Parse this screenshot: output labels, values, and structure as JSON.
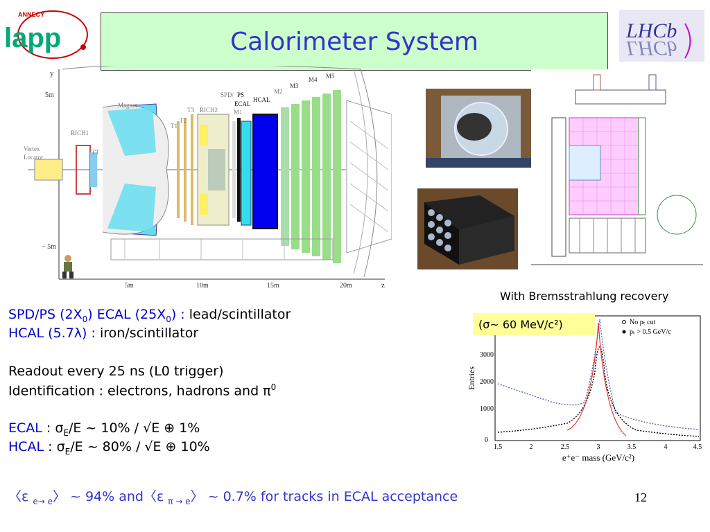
{
  "title": "Calorimeter System",
  "logos": {
    "lapp_top": "ANNECY",
    "lapp_main": "lapp",
    "lhcb": "LHCb"
  },
  "detector": {
    "axis_y": "y",
    "axis_z": "z",
    "y_ticks": [
      "5m",
      "− 5m"
    ],
    "z_ticks": [
      "5m",
      "10m",
      "15m",
      "20m"
    ],
    "labels": {
      "magnet": "Magnet",
      "rich1": "RICH1",
      "rich2": "RICH2",
      "vertex": "Vertex",
      "locator": "Locator",
      "tt": "TT",
      "t1": "T1",
      "t2": "T2",
      "t3": "T3",
      "spd": "SPD/",
      "ps": "PS",
      "ecal": "ECAL",
      "hcal": "HCAL",
      "m1": "M1",
      "m2": "M2",
      "m3": "M3",
      "m4": "M4",
      "m5": "M5"
    }
  },
  "plot": {
    "caption": "With Bremsstrahlung recovery",
    "sigma_prefix": "(σ~ 60 MeV/c²)",
    "ylabel": "Entries",
    "xlabel": "e⁺e⁻ mass  (GeV/c²)",
    "legend_1": "No pₜ cut",
    "legend_2": "pₜ > 0.5 GeV/c",
    "y_ticks": [
      "0",
      "1000",
      "2000",
      "3000"
    ],
    "x_ticks": [
      "1.5",
      "2",
      "2.5",
      "3",
      "3.5",
      "4",
      "4.5"
    ]
  },
  "text": {
    "line1_blue": "SPD/PS (2X",
    "line1_sub0": "0",
    "line1_mid": ")  ECAL (25X",
    "line1_sub1": "0",
    "line1_end_blue": ") : ",
    "line1_black": "lead/scintillator",
    "line2_blue": "HCAL (5.7λ) : ",
    "line2_black": "  iron/scintillator",
    "line3": "Readout every 25 ns (L0 trigger)",
    "line4": "Identification : electrons, hadrons and π",
    "line4_sup": "0",
    "line5_blue": "ECAL",
    "line5_rest": " : σ",
    "line5_sub": "E",
    "line5_tail": "/E ~ 10% / √E ⊕ 1%",
    "line6_blue": "HCAL",
    "line6_rest": " : σ",
    "line6_sub": "E",
    "line6_tail": "/E ~ 80% / √E ⊕ 10%",
    "bottom_a": "〈ε ",
    "bottom_a_sub": "e→ e",
    "bottom_b": "〉 ~ 94% and〈ε ",
    "bottom_b_sub": "π → e",
    "bottom_c": "〉 ~ 0.7% for tracks in ECAL acceptance"
  },
  "page_number": "12"
}
